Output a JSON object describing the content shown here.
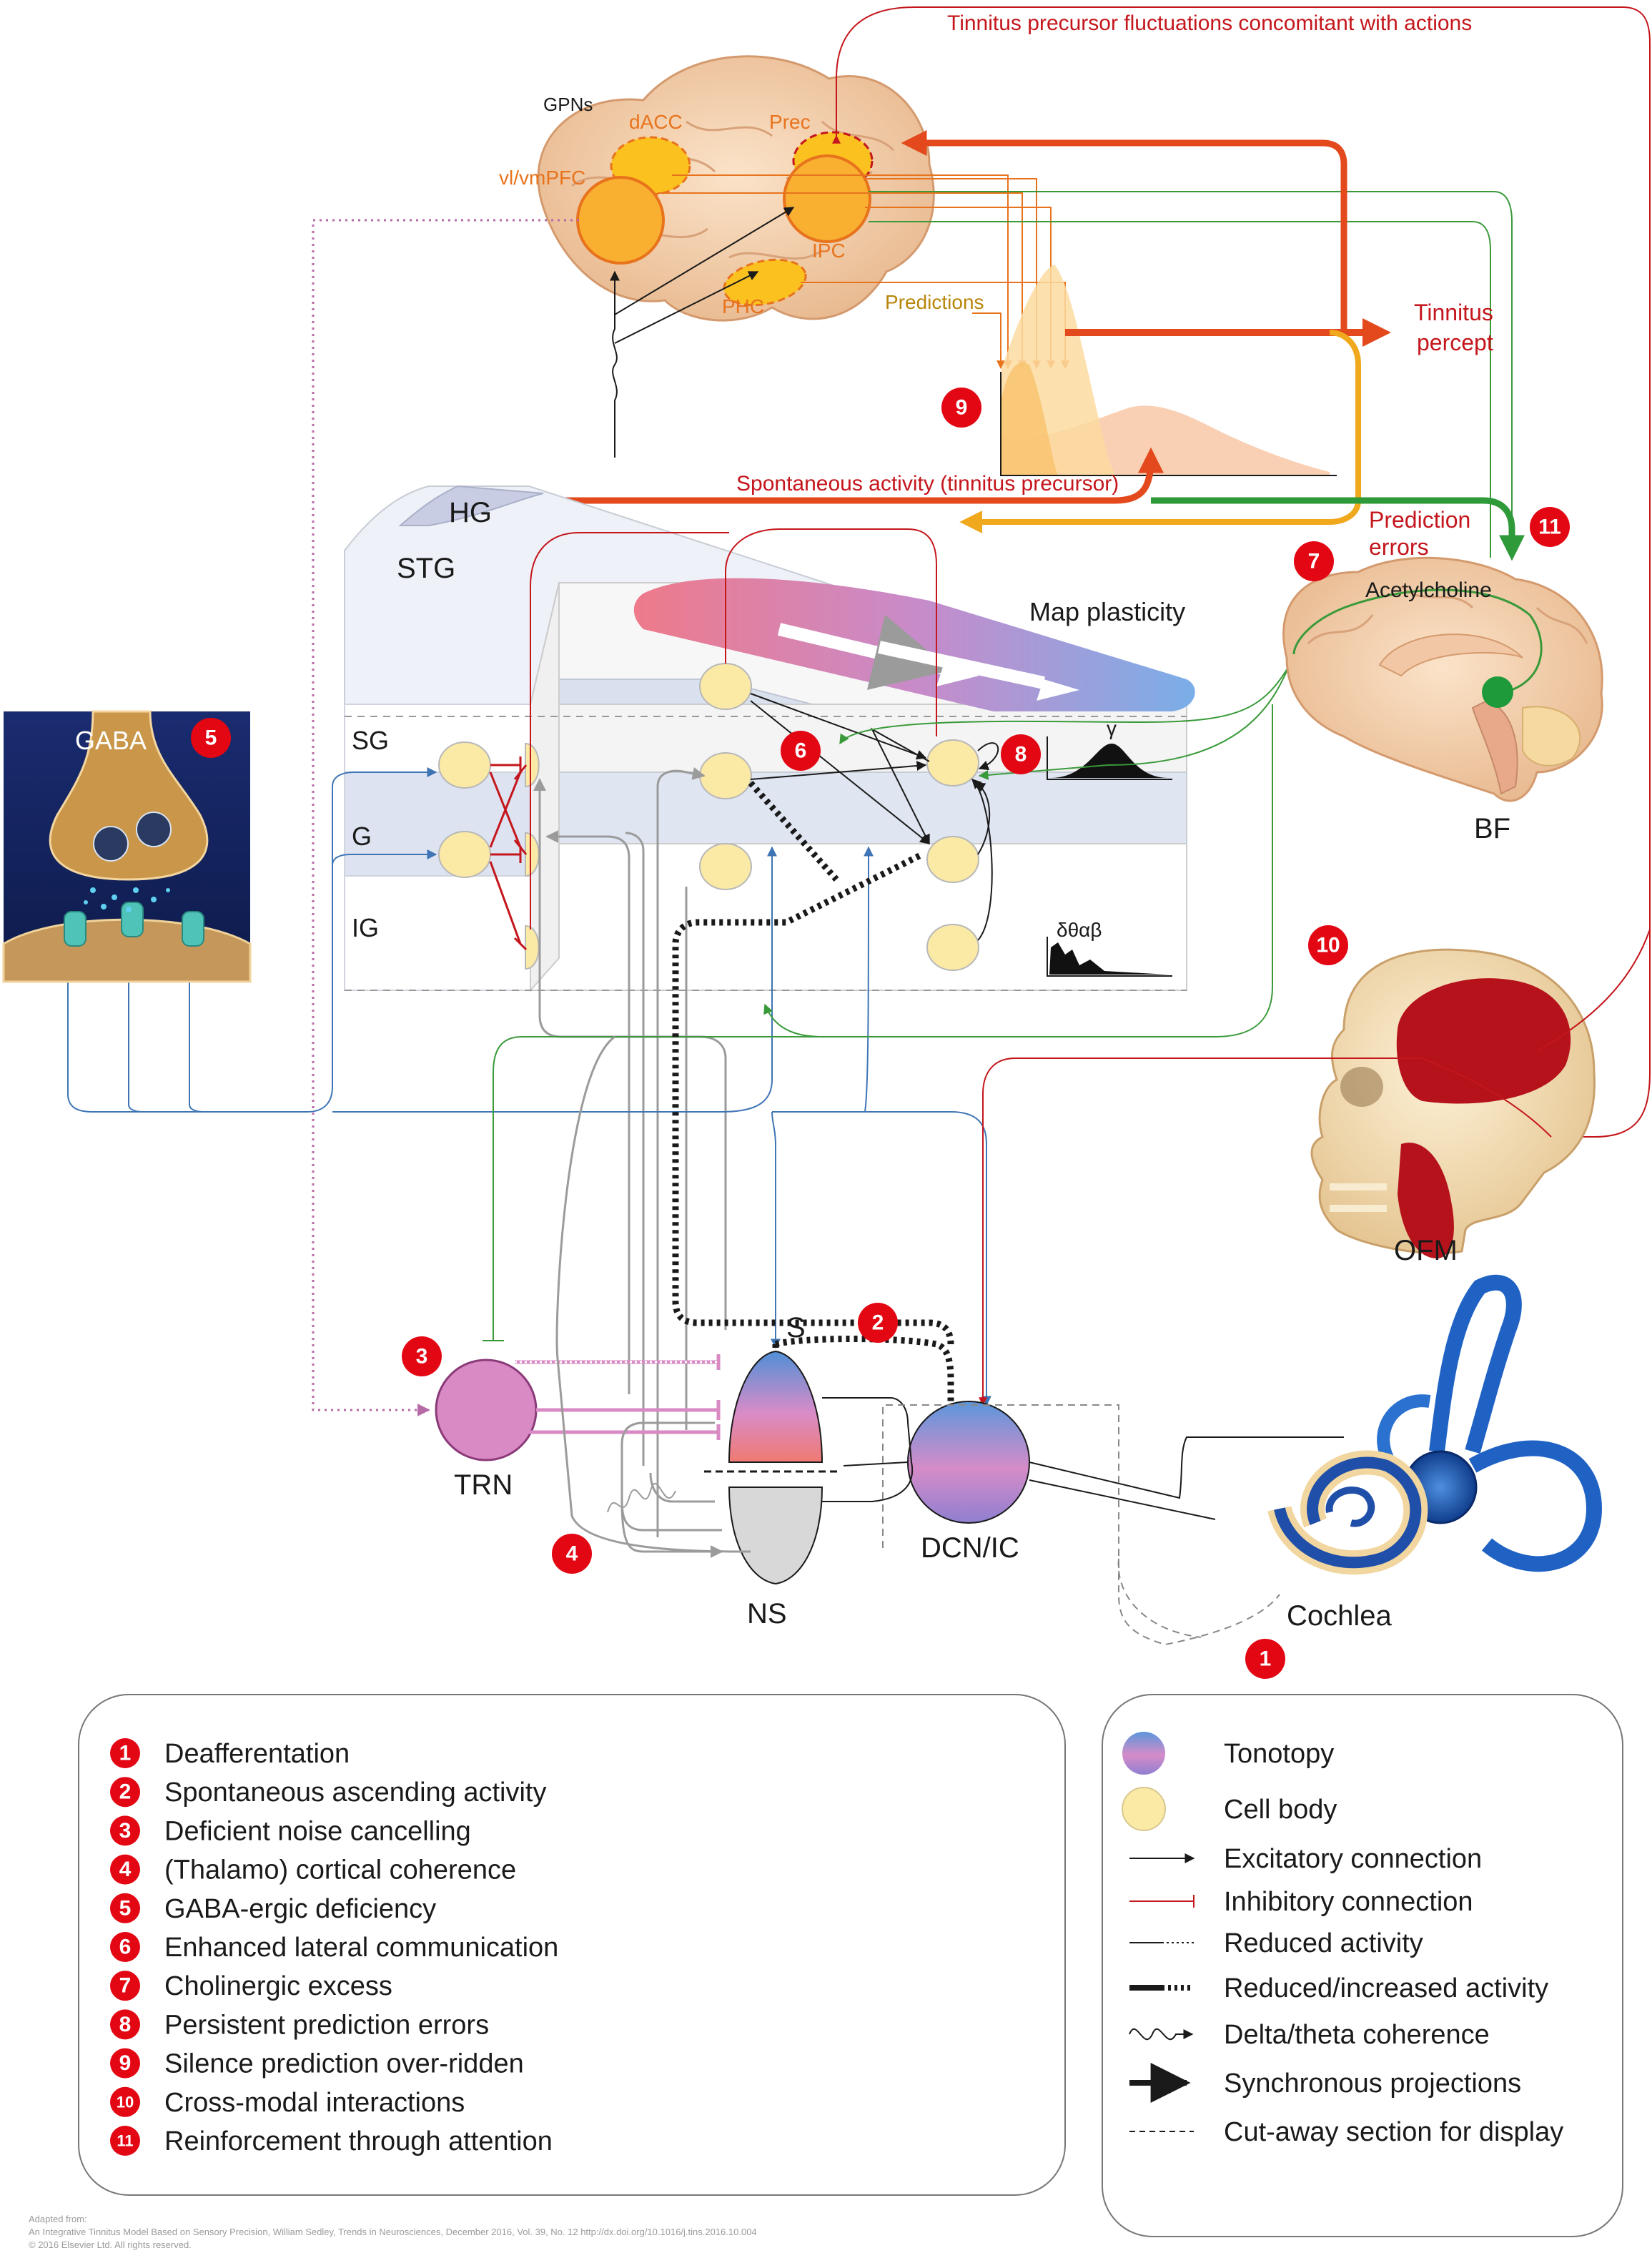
{
  "labels": {
    "gpns": "GPNs",
    "dacc": "dACC",
    "prec": "Prec",
    "vlvmpfc": "vl/vmPFC",
    "ipc": "IPC",
    "phc": "PHC",
    "predictions": "Predictions",
    "fluctuations": "Tinnitus precursor fluctuations concomitant with actions",
    "tinnitus_percept_1": "Tinnitus",
    "tinnitus_percept_2": "percept",
    "spontaneous": "Spontaneous activity (tinnitus precursor)",
    "prediction_errors_1": "Prediction",
    "prediction_errors_2": "errors",
    "acetylcholine": "Acetylcholine",
    "bf": "BF",
    "hg": "HG",
    "stg": "STG",
    "map_plasticity": "Map plasticity",
    "gamma": "γ",
    "delta_theta": "δθαβ",
    "sg": "SG",
    "g": "G",
    "ig": "IG",
    "gaba": "GABA",
    "ofm": "OFM",
    "s": "S",
    "ns": "NS",
    "trn": "TRN",
    "dcn_ic": "DCN/IC",
    "cochlea": "Cochlea"
  },
  "markers": {
    "m1": "1",
    "m2": "2",
    "m3": "3",
    "m4": "4",
    "m5": "5",
    "m6": "6",
    "m7": "7",
    "m8": "8",
    "m9": "9",
    "m10": "10",
    "m11": "11"
  },
  "mechanisms": [
    {
      "num": "1",
      "text": "Deafferentation"
    },
    {
      "num": "2",
      "text": "Spontaneous ascending activity"
    },
    {
      "num": "3",
      "text": "Deficient noise cancelling"
    },
    {
      "num": "4",
      "text": "(Thalamo) cortical coherence"
    },
    {
      "num": "5",
      "text": "GABA-ergic deficiency"
    },
    {
      "num": "6",
      "text": "Enhanced lateral communication"
    },
    {
      "num": "7",
      "text": "Cholinergic excess"
    },
    {
      "num": "8",
      "text": "Persistent prediction errors"
    },
    {
      "num": "9",
      "text": "Silence prediction over-ridden"
    },
    {
      "num": "10",
      "text": "Cross-modal interactions"
    },
    {
      "num": "11",
      "text": "Reinforcement through attention"
    }
  ],
  "key": [
    {
      "icon": "tonotopy-swatch",
      "text": "Tonotopy"
    },
    {
      "icon": "cell-body-swatch",
      "text": "Cell body"
    },
    {
      "icon": "excitatory-arrow",
      "text": "Excitatory connection"
    },
    {
      "icon": "inhibitory-line",
      "text": "Inhibitory connection"
    },
    {
      "icon": "reduced-dotted-line",
      "text": "Reduced activity"
    },
    {
      "icon": "reduced-increased-line",
      "text": "Reduced/increased activity"
    },
    {
      "icon": "wave-arrow",
      "text": "Delta/theta coherence"
    },
    {
      "icon": "thick-arrow",
      "text": "Synchronous projections"
    },
    {
      "icon": "dashed-line",
      "text": "Cut-away section for display"
    }
  ],
  "footer": {
    "line1": "Adapted from:",
    "line2": "An Integrative Tinnitus Model Based on Sensory Precision, William Sedley, Trends in Neurosciences, December 2016, Vol. 39, No. 12 http://dx.doi.org/10.1016/j.tins.2016.10.004",
    "line3": "© 2016 Elsevier Ltd. All rights reserved."
  },
  "colors": {
    "red": "#e30613",
    "dark_red": "#c4161c",
    "orange": "#e8731d",
    "green": "#3a9a3a",
    "blue": "#3f75b5",
    "gray": "#9b9b9b",
    "cell_yellow": "#fbe9a6",
    "trn_pink": "#d98ac4"
  }
}
